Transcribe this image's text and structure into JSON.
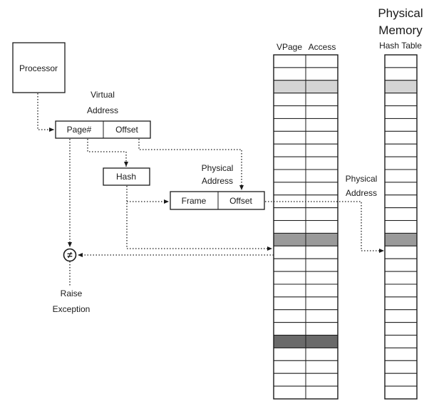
{
  "labels": {
    "processor": "Processor",
    "virtual_address": [
      "Virtual",
      "Address"
    ],
    "page_num": "Page#",
    "offset": "Offset",
    "hash": "Hash",
    "physical_address_mid": [
      "Physical",
      "Address"
    ],
    "frame": "Frame",
    "frame_offset": "Offset",
    "raise_exception": [
      "Raise",
      "Exception"
    ],
    "not_equal_symbol": "≠",
    "col_vpage": "VPage",
    "col_access": "Access",
    "physical_memory": [
      "Physical",
      "Memory"
    ],
    "hash_table": "Hash Table",
    "physical_address_right": [
      "Physical",
      "Address"
    ]
  },
  "table": {
    "rows": 27,
    "highlights": [
      {
        "row": 2,
        "color": "#d4d4d4"
      },
      {
        "row": 14,
        "color": "#9a9a9a"
      },
      {
        "row": 22,
        "color": "#6a6a6a"
      }
    ]
  },
  "memory": {
    "rows": 27,
    "highlights": [
      {
        "row": 2,
        "color": "#d4d4d4"
      },
      {
        "row": 14,
        "color": "#9a9a9a"
      }
    ]
  },
  "colors": {
    "line": "#1a1a1a",
    "background": "#ffffff"
  }
}
